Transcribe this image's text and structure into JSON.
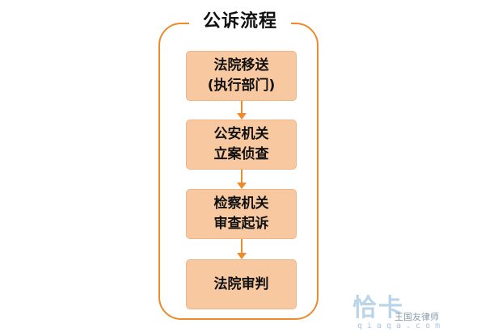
{
  "title": "公诉流程",
  "steps": [
    {
      "line1": "法院移送",
      "line2": "(执行部门)"
    },
    {
      "line1": "公安机关",
      "line2": "立案侦查"
    },
    {
      "line1": "检察机关",
      "line2": "审查起诉"
    },
    {
      "line1": "法院审判",
      "line2": ""
    }
  ],
  "watermark": {
    "logo": "恰卡",
    "domain": "qiaqa.com",
    "author": "王国友律师"
  },
  "colors": {
    "frame": "#ED8A2C",
    "box_fill": "#F8C9A0",
    "arrow": "#ED8A2C"
  }
}
